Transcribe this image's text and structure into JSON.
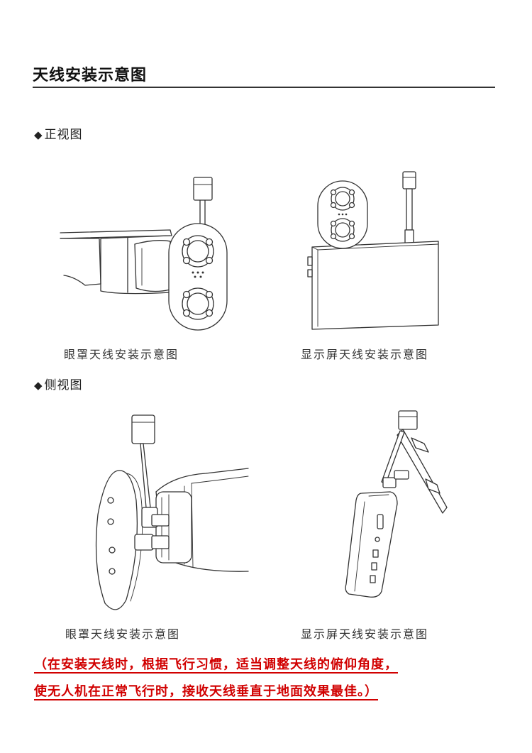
{
  "title": "天线安装示意图",
  "sections": {
    "front": {
      "bullet": "◆",
      "label": "正视图"
    },
    "side": {
      "bullet": "◆",
      "label": "侧视图"
    }
  },
  "captions": {
    "front_goggles": "眼罩天线安装示意图",
    "front_screen": "显示屏天线安装示意图",
    "side_goggles": "眼罩天线安装示意图",
    "side_screen": "显示屏天线安装示意图"
  },
  "note": {
    "line1": "（在安装天线时，根据飞行习惯，适当调整天线的俯仰角度，",
    "line2": "使无人机在正常飞行时，接收天线垂直于地面效果最佳。）",
    "color": "#d10000"
  }
}
